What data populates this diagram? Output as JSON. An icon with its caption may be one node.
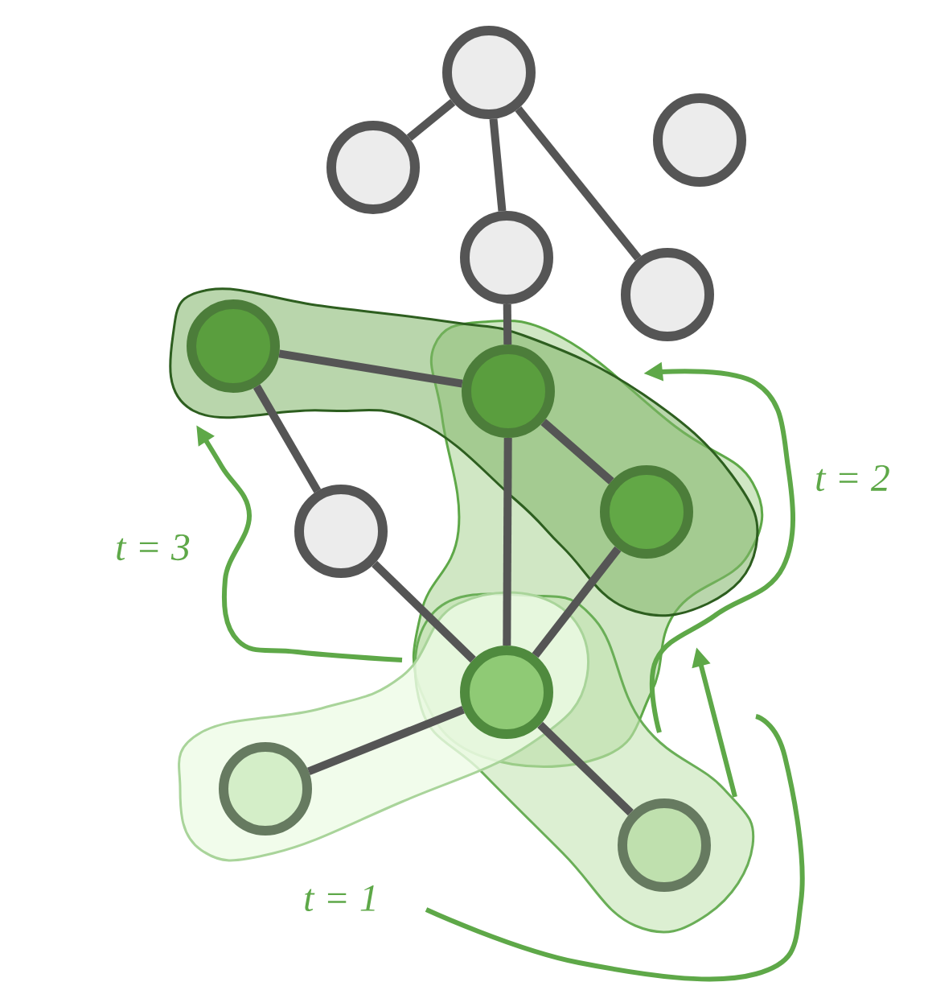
{
  "diagram": {
    "nodes": [
      {
        "text": [],
        "shape": "circle"
      },
      {
        "text": [],
        "shape": "circle"
      },
      {
        "text": [],
        "shape": "circle"
      },
      {
        "text": [],
        "shape": "circle"
      },
      {
        "text": [],
        "shape": "circle"
      },
      {
        "text": [],
        "shape": "circle"
      },
      {
        "text": [],
        "shape": "circle"
      },
      {
        "text": [],
        "shape": "circle"
      },
      {
        "text": [],
        "shape": "circle"
      },
      {
        "text": [],
        "shape": "circle"
      },
      {
        "text": [],
        "shape": "circle"
      },
      {
        "text": [],
        "shape": "circle"
      }
    ],
    "edges": [
      {
        "from": 0,
        "to": 1,
        "arrow": "none"
      },
      {
        "from": 0,
        "to": 3,
        "arrow": "none"
      },
      {
        "from": 0,
        "to": 4,
        "arrow": "none"
      },
      {
        "from": 3,
        "to": 6,
        "arrow": "none"
      },
      {
        "from": 5,
        "to": 6,
        "arrow": "none"
      },
      {
        "from": 5,
        "to": 8,
        "arrow": "none"
      },
      {
        "from": 6,
        "to": 7,
        "arrow": "none"
      },
      {
        "from": 6,
        "to": 9,
        "arrow": "none"
      },
      {
        "from": 7,
        "to": 9,
        "arrow": "none"
      },
      {
        "from": 8,
        "to": 9,
        "arrow": "none"
      },
      {
        "from": 9,
        "to": 10,
        "arrow": "none"
      },
      {
        "from": 9,
        "to": 11,
        "arrow": "none"
      }
    ],
    "labels": [
      "t = 2",
      "t = 3",
      "t = 1"
    ]
  }
}
